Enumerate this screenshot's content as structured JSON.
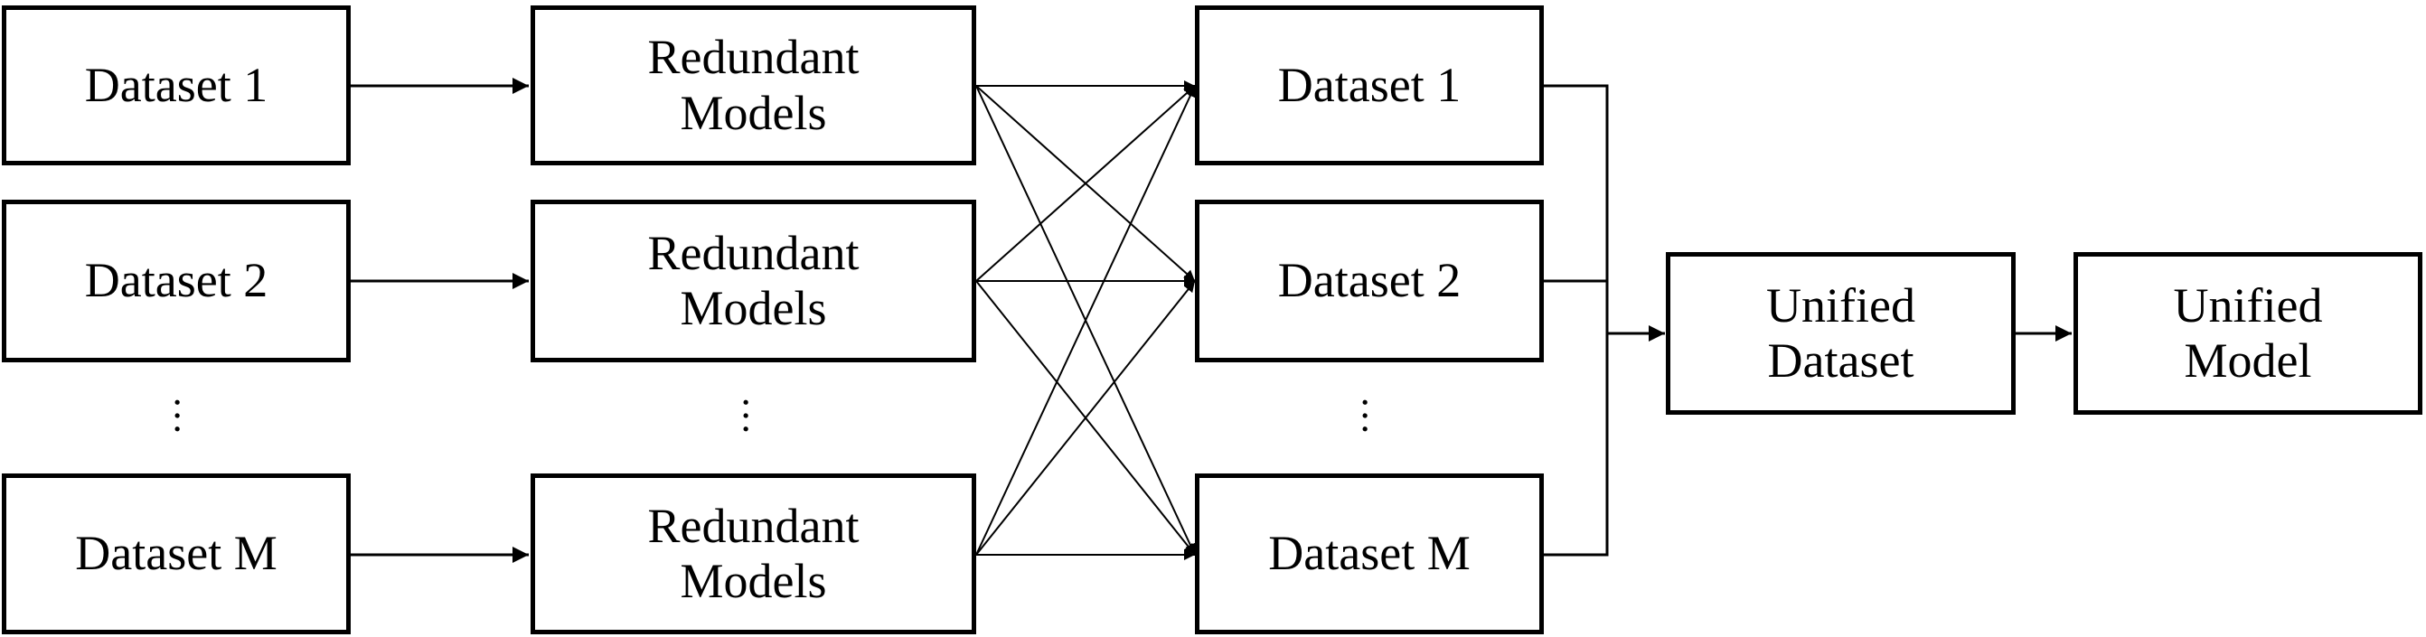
{
  "input_datasets": [
    "Dataset 1",
    "Dataset 2",
    "Dataset M"
  ],
  "redundant_models": [
    "Redundant\nModels",
    "Redundant\nModels",
    "Redundant\nModels"
  ],
  "output_datasets": [
    "Dataset 1",
    "Dataset 2",
    "Dataset M"
  ],
  "unified_dataset": "Unified\nDataset",
  "unified_model": "Unified\nModel",
  "ellipsis": "…"
}
